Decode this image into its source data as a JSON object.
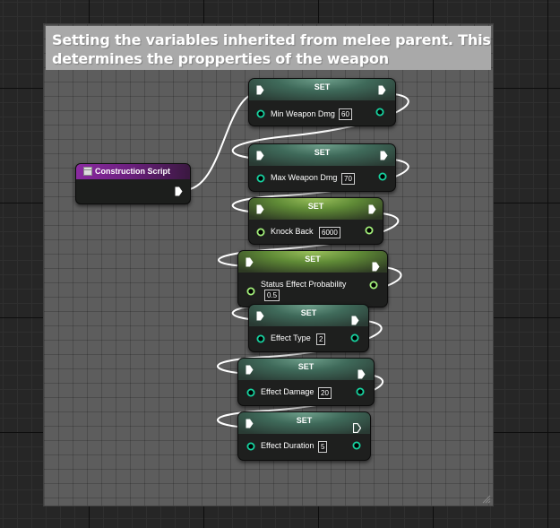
{
  "comment": {
    "line1": "Setting the variables inherited from melee parent. This",
    "line2": "determines the propperties of the weapon"
  },
  "construction_node": {
    "title": "Construction Script"
  },
  "set_nodes": [
    {
      "title": "SET",
      "label": "Min Weapon Dmg",
      "value": "60"
    },
    {
      "title": "SET",
      "label": "Max Weapon Dmg",
      "value": "70"
    },
    {
      "title": "SET",
      "label": "Knock Back",
      "value": "6000"
    },
    {
      "title": "SET",
      "label": "Status Effect Probability",
      "value": "0.5"
    },
    {
      "title": "SET",
      "label": "Effect Type",
      "value": "2"
    },
    {
      "title": "SET",
      "label": "Effect Damage",
      "value": "20"
    },
    {
      "title": "SET",
      "label": "Effect Duration",
      "value": "5"
    }
  ],
  "colors": {
    "int_pin": "#17d3a0",
    "float_pin": "#a3f07a",
    "construction_header": "#8a2aa0",
    "comment_title_bg": "#a9a9a9"
  }
}
